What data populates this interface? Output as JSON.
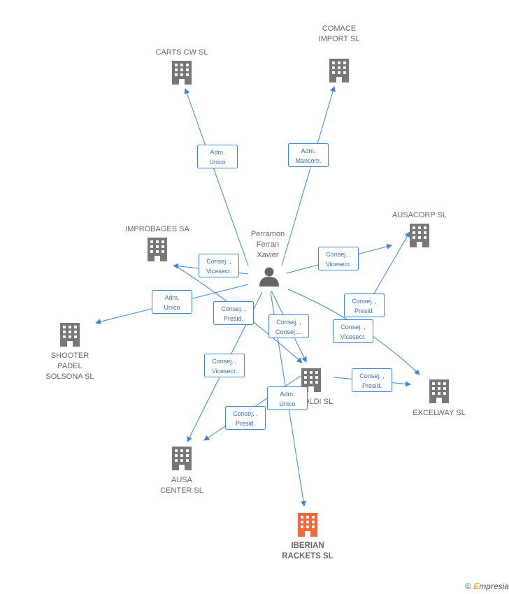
{
  "person": {
    "name_lines": [
      "Perramon",
      "Ferran",
      "Xavier"
    ],
    "icon": "person-icon"
  },
  "companies": [
    {
      "id": "carts",
      "lines": [
        "CARTS CW  SL"
      ],
      "icon": "building-icon"
    },
    {
      "id": "comace",
      "lines": [
        "COMACE",
        "IMPORT SL"
      ],
      "icon": "building-icon"
    },
    {
      "id": "ausacorp",
      "lines": [
        "AUSACORP SL"
      ],
      "icon": "building-icon"
    },
    {
      "id": "improbages",
      "lines": [
        "IMPROBAGES SA"
      ],
      "icon": "building-icon"
    },
    {
      "id": "shooter",
      "lines": [
        "SHOOTER",
        "PADEL",
        "SOLSONA  SL"
      ],
      "icon": "building-icon"
    },
    {
      "id": "oldi",
      "lines": [
        "OLDI SL"
      ],
      "icon": "building-icon"
    },
    {
      "id": "excelway",
      "lines": [
        "EXCELWAY  SL"
      ],
      "icon": "building-icon"
    },
    {
      "id": "ausa",
      "lines": [
        "AUSA",
        "CENTER SL"
      ],
      "icon": "building-icon"
    },
    {
      "id": "iberian",
      "lines": [
        "IBERIAN",
        "RACKETS  SL"
      ],
      "icon": "building-icon",
      "highlight": true
    }
  ],
  "relations": [
    {
      "id": "r-carts",
      "lines": [
        "Adm.",
        "Unico"
      ]
    },
    {
      "id": "r-comace",
      "lines": [
        "Adm.",
        "Mancom."
      ]
    },
    {
      "id": "r-ausacorp",
      "lines": [
        "Consej. ,",
        "Vicesecr."
      ]
    },
    {
      "id": "r-improbages",
      "lines": [
        "Consej. ,",
        "Vicesecr."
      ]
    },
    {
      "id": "r-shooter",
      "lines": [
        "Adm.",
        "Unico"
      ]
    },
    {
      "id": "r-oldi-1",
      "lines": [
        "Consej. ,",
        "Presid."
      ]
    },
    {
      "id": "r-oldi-2",
      "lines": [
        "Consej. ,",
        "Consej...."
      ]
    },
    {
      "id": "r-ausacorp-2",
      "lines": [
        "Consej. ,",
        "Presid."
      ]
    },
    {
      "id": "r-excelway",
      "lines": [
        "Consej. ,",
        "Vicesecr."
      ]
    },
    {
      "id": "r-oldi-excelway",
      "lines": [
        "Consej. ,",
        "Presid."
      ]
    },
    {
      "id": "r-ausa",
      "lines": [
        "Consej. ,",
        "Vicesecr."
      ]
    },
    {
      "id": "r-iberian",
      "lines": [
        "Adm.",
        "Unico"
      ]
    },
    {
      "id": "r-ausa-2",
      "lines": [
        "Consej. ,",
        "Presid."
      ]
    }
  ],
  "colors": {
    "edge": "#3d85d6",
    "building": "#777777",
    "highlight_building": "#f2683b",
    "label": "#666666"
  },
  "footer": {
    "copyright": "©",
    "brand_e": "E",
    "brand_rest": "mpresia"
  }
}
